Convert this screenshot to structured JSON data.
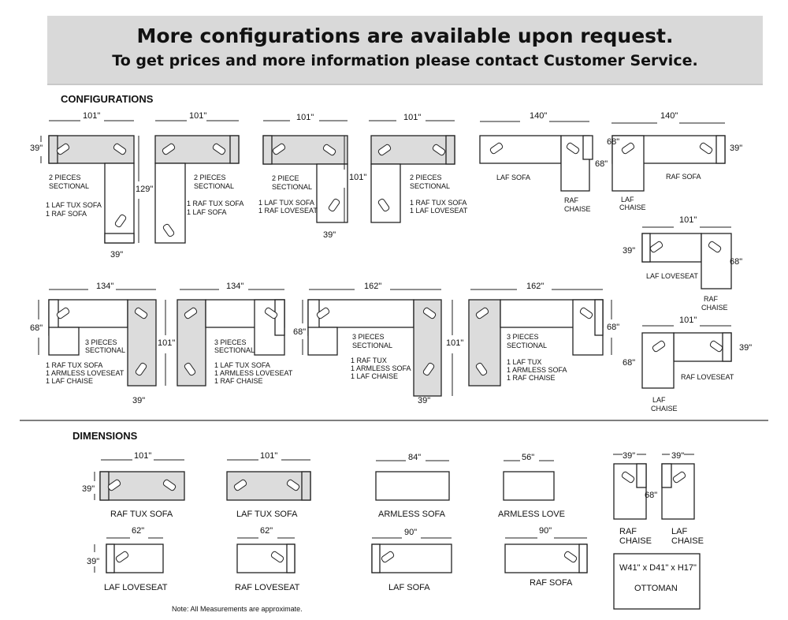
{
  "banner": {
    "line1": "More configurations are available upon request.",
    "line2": "To get prices and more information please contact Customer Service."
  },
  "configurations": {
    "title": "CONFIGURATIONS",
    "items": [
      {
        "width": "101\"",
        "depth": "39\"",
        "length": "129\"",
        "bottom": "39\"",
        "title1": "2 PIECES",
        "title2": "SECTIONAL",
        "parts": [
          "1 LAF TUX SOFA",
          "1 RAF SOFA"
        ]
      },
      {
        "width": "101\"",
        "title1": "2 PIECES",
        "title2": "SECTIONAL",
        "parts": [
          "1 RAF TUX SOFA",
          "1 LAF SOFA"
        ]
      },
      {
        "width": "101\"",
        "length": "101\"",
        "bottom": "39\"",
        "title1": "2 PIECE",
        "title2": "SECTIONAL",
        "parts": [
          "1 LAF TUX SOFA",
          "1 RAF LOVESEAT"
        ]
      },
      {
        "width": "101\"",
        "title1": "2 PIECES",
        "title2": "SECTIONAL",
        "parts": [
          "1 RAF TUX SOFA",
          "1 LAF LOVESEAT"
        ]
      },
      {
        "width": "140\"",
        "depth": "68\"",
        "parts": [
          "LAF SOFA",
          "RAF",
          "CHAISE"
        ]
      },
      {
        "width": "140\"",
        "depth": "68\"",
        "side": "39\"",
        "parts": [
          "RAF SOFA",
          "LAF",
          "CHAISE"
        ]
      },
      {
        "width": "101\"",
        "depth": "39\"",
        "side": "68\"",
        "parts": [
          "LAF LOVESEAT",
          "RAF",
          "CHAISE"
        ]
      },
      {
        "width": "101\"",
        "depth": "68\"",
        "side": "39\"",
        "parts": [
          "RAF LOVESEAT",
          "LAF",
          "CHAISE"
        ]
      },
      {
        "width": "134\"",
        "depth": "68\"",
        "length": "101\"",
        "bottom": "39\"",
        "title1": "3 PIECES",
        "title2": "SECTIONAL",
        "parts": [
          "1 RAF TUX SOFA",
          "1 ARMLESS LOVESEAT",
          "1 LAF CHAISE"
        ]
      },
      {
        "width": "134\"",
        "title1": "3 PIECES",
        "title2": "SECTIONAL",
        "parts": [
          "1 LAF TUX SOFA",
          "1 ARMLESS LOVESEAT",
          "1 RAF CHAISE"
        ]
      },
      {
        "width": "162\"",
        "depth": "68\"",
        "length": "101\"",
        "bottom": "39\"",
        "title1": "3 PIECES",
        "title2": "SECTIONAL",
        "parts": [
          "1 RAF TUX",
          "1 ARMLESS SOFA",
          "1 LAF CHAISE"
        ]
      },
      {
        "width": "162\"",
        "depth": "68\"",
        "title1": "3 PIECES",
        "title2": "SECTIONAL",
        "parts": [
          "1 LAF TUX",
          "1 ARMLESS SOFA",
          "1 RAF CHAISE"
        ]
      }
    ]
  },
  "dimensions": {
    "title": "DIMENSIONS",
    "items": [
      {
        "label": "RAF TUX SOFA",
        "width": "101\"",
        "depth": "39\""
      },
      {
        "label": "LAF TUX SOFA",
        "width": "101\""
      },
      {
        "label": "ARMLESS SOFA",
        "width": "84\""
      },
      {
        "label": "ARMLESS LOVE",
        "width": "56\""
      },
      {
        "label": "RAF",
        "label2": "CHAISE",
        "width": "39\"",
        "depth": "68\""
      },
      {
        "label": "LAF",
        "label2": "CHAISE",
        "width": "39\""
      },
      {
        "label": "LAF LOVESEAT",
        "width": "62\"",
        "depth": "39\""
      },
      {
        "label": "RAF LOVESEAT",
        "width": "62\""
      },
      {
        "label": "LAF SOFA",
        "width": "90\""
      },
      {
        "label": "RAF SOFA",
        "width": "90\""
      },
      {
        "label": "OTTOMAN",
        "size": "W41\" x D41\" x H17\""
      }
    ],
    "note": "Note: All Measurements are approximate."
  }
}
